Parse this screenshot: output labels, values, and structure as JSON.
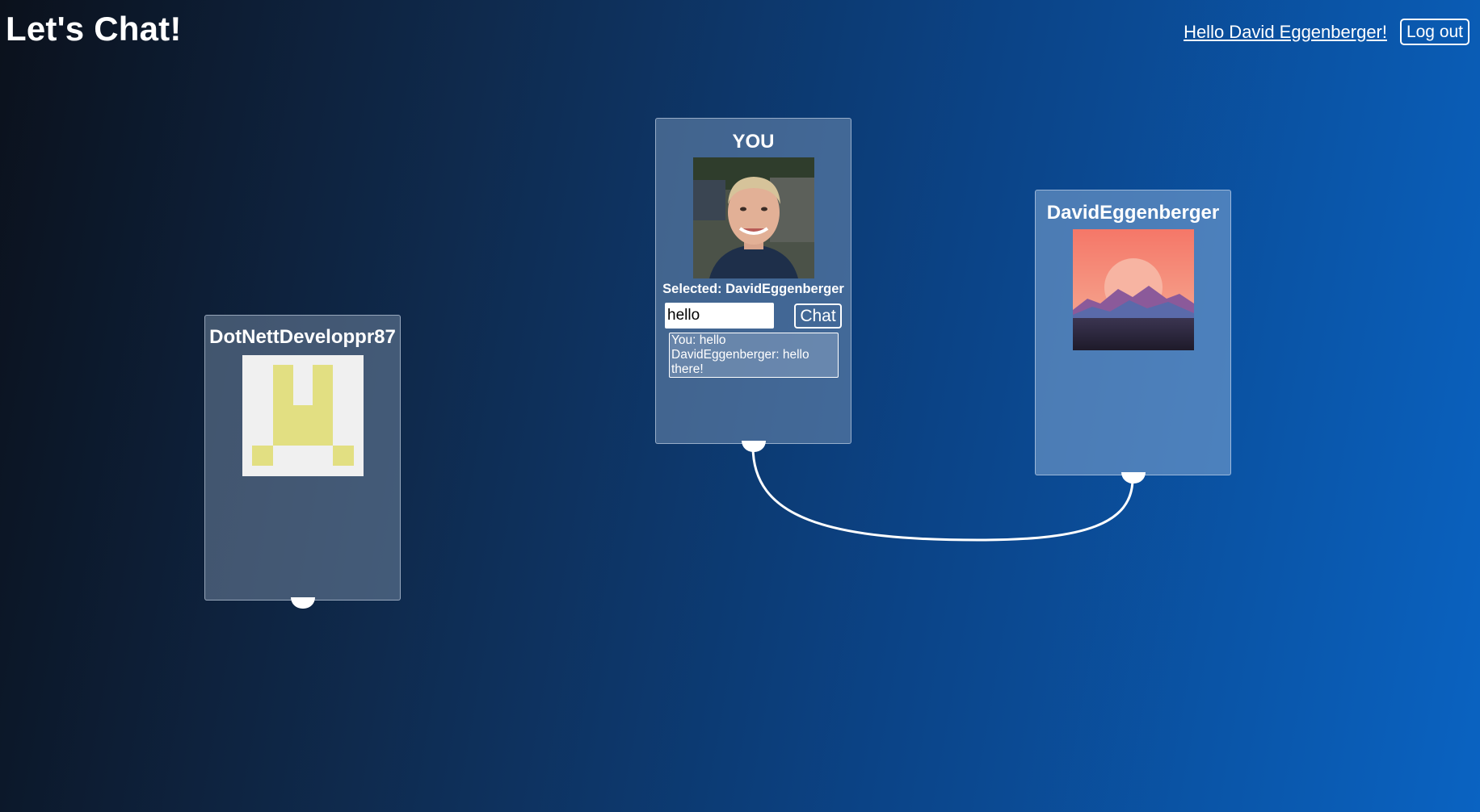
{
  "header": {
    "title": "Let's Chat!",
    "greeting": "Hello David Eggenberger!",
    "logout_label": "Log out"
  },
  "cards": {
    "you": {
      "name": "YOU",
      "selected_label": "Selected: DavidEggenberger",
      "chat_input_value": "hello",
      "chat_button": "Chat",
      "messages": [
        "You: hello",
        "DavidEggenberger: hello there!"
      ]
    },
    "dev": {
      "name": "DotNettDeveloppr87"
    },
    "david": {
      "name": "DavidEggenberger"
    }
  },
  "colors": {
    "background_start": "#0b111c",
    "background_end": "#0a63c2",
    "identicon": "#e2df82",
    "identicon_bg": "#f0f0f0",
    "sunset_sky": "#f57a6a",
    "connector": "#ffffff"
  }
}
